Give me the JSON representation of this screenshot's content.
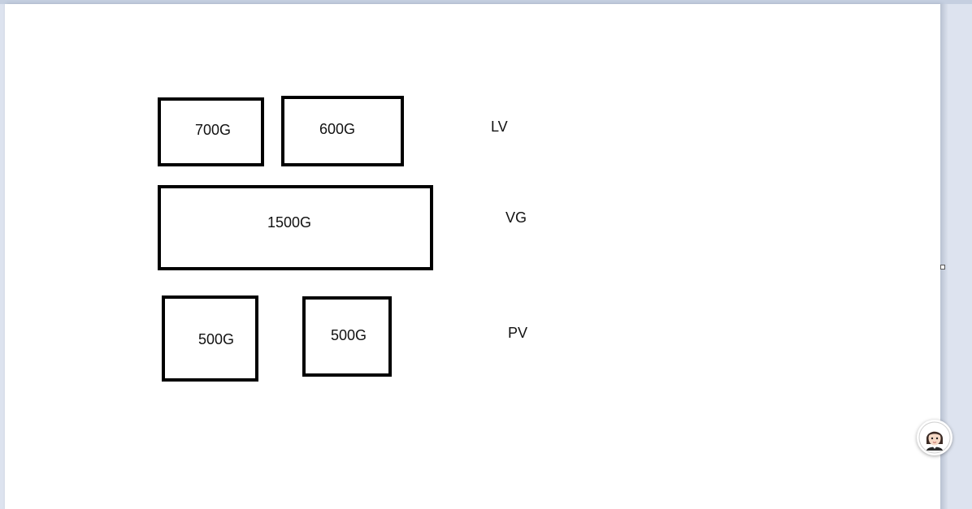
{
  "diagram": {
    "lv_row": {
      "label": "LV",
      "boxes": [
        {
          "label": "700G"
        },
        {
          "label": "600G"
        }
      ]
    },
    "vg_row": {
      "label": "VG",
      "boxes": [
        {
          "label": "1500G"
        }
      ]
    },
    "pv_row": {
      "label": "PV",
      "boxes": [
        {
          "label": "500G"
        },
        {
          "label": "500G"
        }
      ]
    }
  },
  "assistant": {
    "icon": "avatar-icon"
  }
}
